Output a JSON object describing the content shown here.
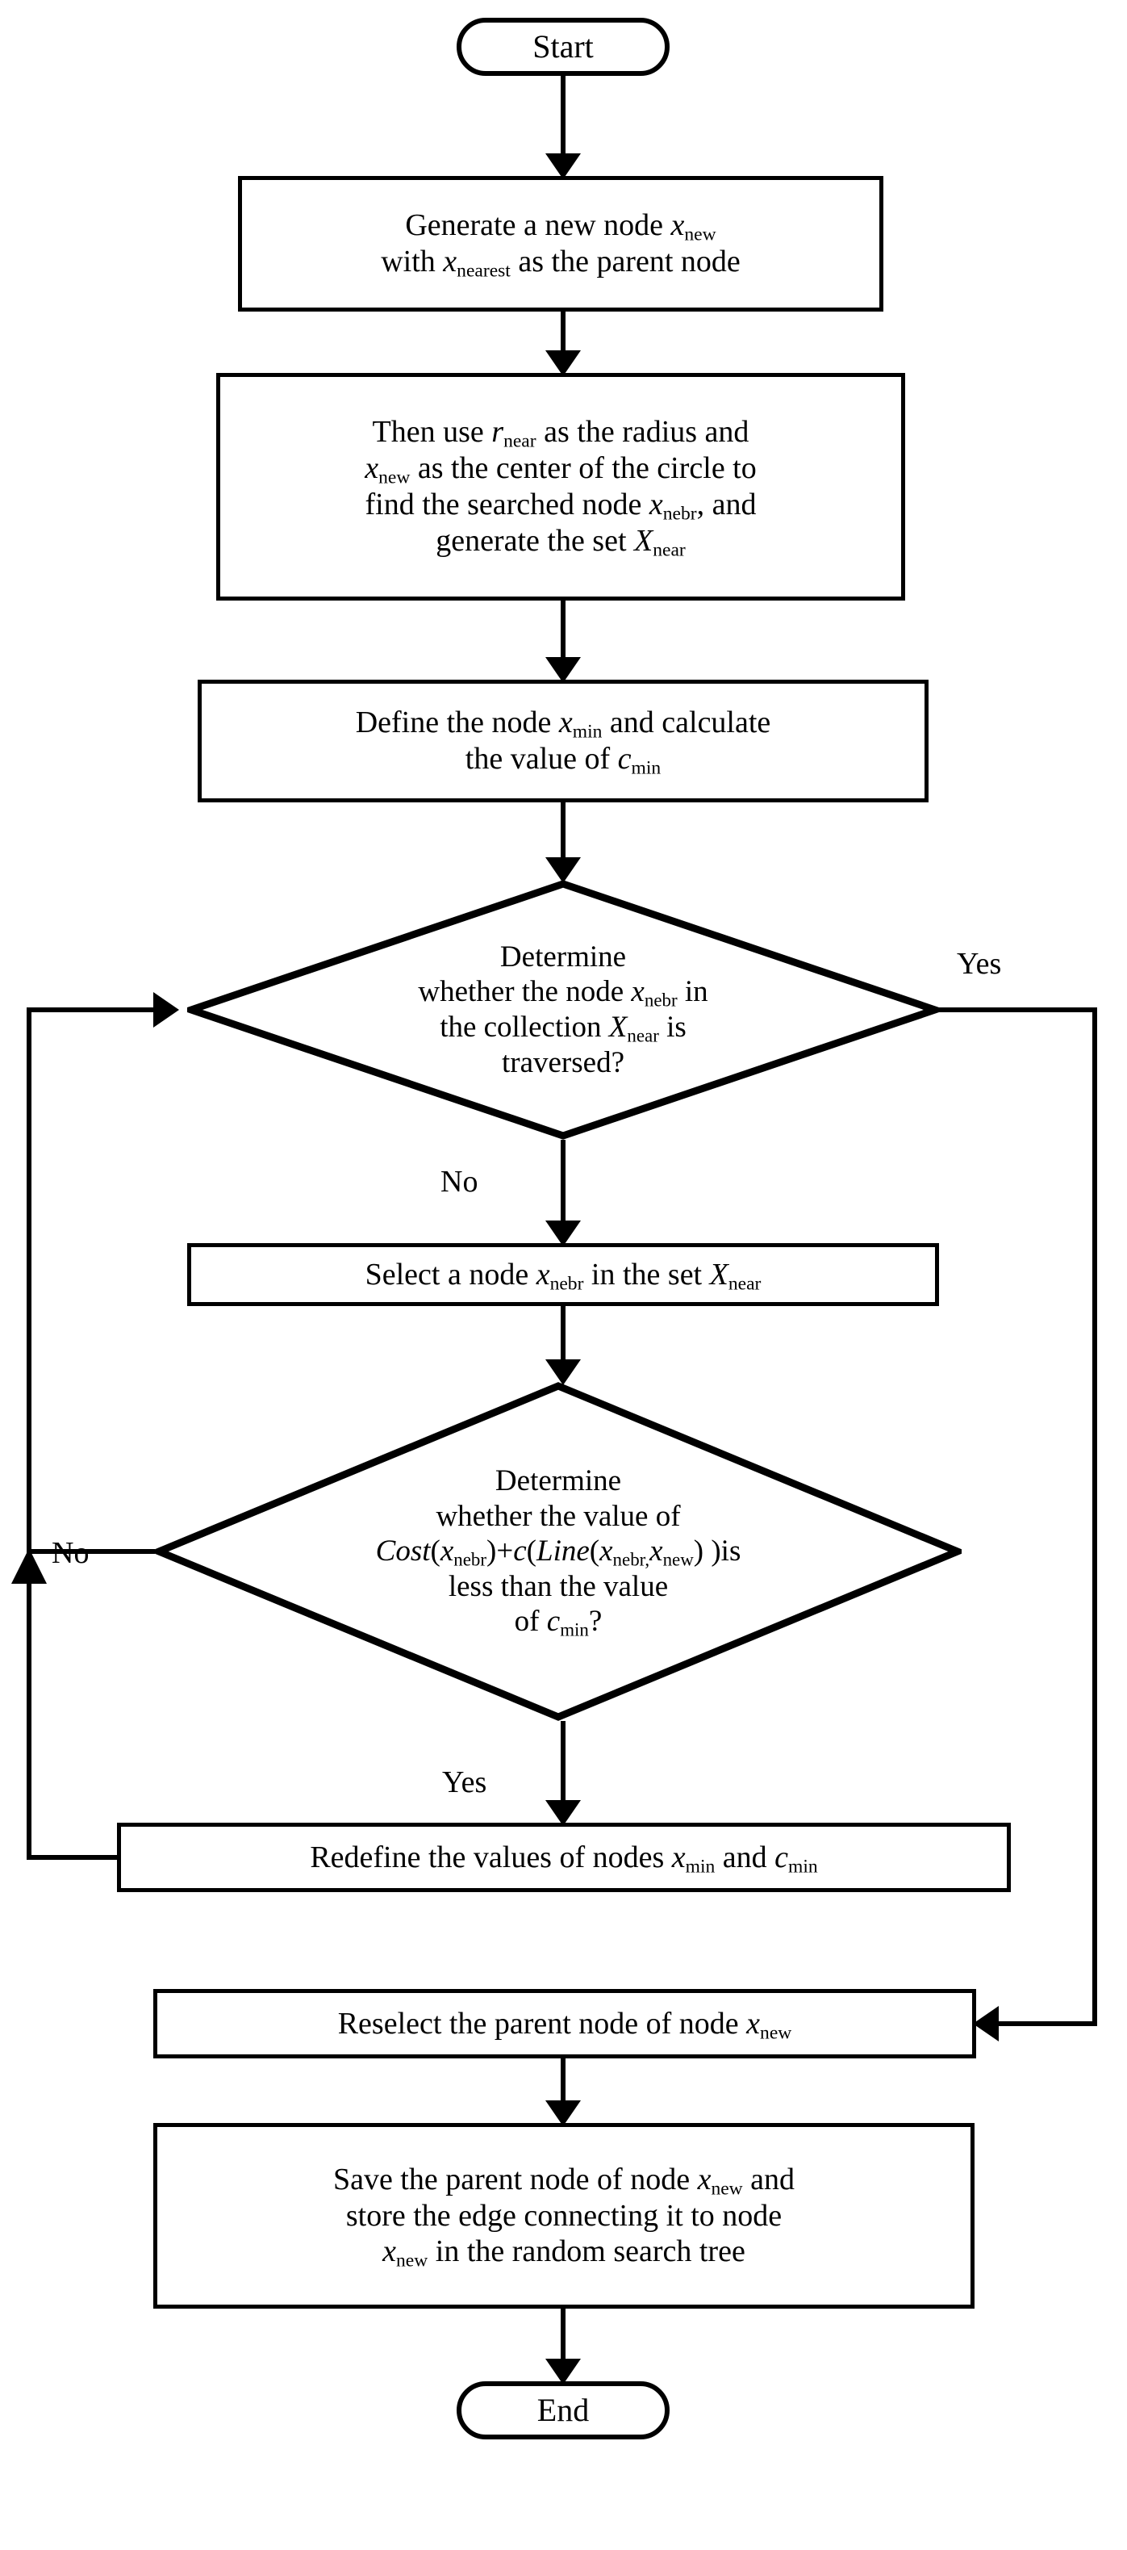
{
  "figure": {
    "type": "flowchart",
    "title": "RRT* node rewiring / parent reselection flowchart",
    "orientation": "top-to-bottom",
    "background_color": "#ffffff",
    "stroke_color": "#000000"
  },
  "nodes": {
    "start": {
      "shape": "terminator",
      "label": "Start"
    },
    "generate_node": {
      "shape": "process",
      "line1_a": "Generate a new node ",
      "line1_var": "x",
      "line1_sub": "new",
      "line2_a": "with ",
      "line2_var": "x",
      "line2_sub": "nearest",
      "line2_b": " as the parent node"
    },
    "radius_search": {
      "shape": "process",
      "line1_a": "Then use ",
      "line1_var": "r",
      "line1_sub": "near",
      "line1_b": " as the radius and",
      "line2_var": "x",
      "line2_sub": "new",
      "line2_b": " as the center of the circle to",
      "line3_a": "find the searched node ",
      "line3_var": "x",
      "line3_sub": "nebr",
      "line3_b": ", and",
      "line4_a": "generate the set ",
      "line4_var": "X",
      "line4_sub": "near"
    },
    "define_min": {
      "shape": "process",
      "line1_a": "Define the node ",
      "line1_var": "x",
      "line1_sub": "min",
      "line1_b": " and calculate",
      "line2_a": "the value of ",
      "line2_var": "c",
      "line2_sub": "min"
    },
    "decide_traversed": {
      "shape": "decision",
      "line1": "Determine",
      "line2_a": "whether the node ",
      "line2_var": "x",
      "line2_sub": "nebr",
      "line2_b": " in",
      "line3_a": "the collection ",
      "line3_var": "X",
      "line3_sub": "near",
      "line3_b": " is",
      "line4": "traversed?"
    },
    "select_node": {
      "shape": "process",
      "line1_a": "Select a node ",
      "line1_var": "x",
      "line1_sub": "nebr",
      "line1_b": " in the set ",
      "line1_var2": "X",
      "line1_sub2": "near"
    },
    "decide_cost": {
      "shape": "decision",
      "line1": "Determine",
      "line2": "whether the value of",
      "formula_cost": "Cost",
      "formula_open1": "(",
      "formula_x1": "x",
      "formula_sub1": "nebr",
      "formula_close1": ")+",
      "formula_c": "c",
      "formula_open2": "(",
      "formula_line": "Line",
      "formula_open3": "(",
      "formula_x2": "x",
      "formula_sub2": "nebr,",
      "formula_x3": "x",
      "formula_sub3": "new",
      "formula_close2": ") )is",
      "line4": "less than the value",
      "line5_a": "of ",
      "line5_var": "c",
      "line5_sub": "min",
      "line5_b": "?"
    },
    "redefine": {
      "shape": "process",
      "line1_a": "Redefine the values of nodes ",
      "line1_var": "x",
      "line1_sub": "min",
      "line1_b": " and ",
      "line1_var2": "c",
      "line1_sub2": "min"
    },
    "reselect_parent": {
      "shape": "process",
      "line1_a": "Reselect the parent node of node ",
      "line1_var": "x",
      "line1_sub": "new"
    },
    "save_edge": {
      "shape": "process",
      "line1_a": "Save the parent node of node ",
      "line1_var": "x",
      "line1_sub": "new",
      "line1_b": " and",
      "line2": "store the edge connecting it to node",
      "line3_var": "x",
      "line3_sub": "new",
      "line3_b": " in the random search tree"
    },
    "end": {
      "shape": "terminator",
      "label": "End"
    }
  },
  "branch_labels": {
    "traversed_yes": "Yes",
    "traversed_no": "No",
    "cost_no": "No",
    "cost_yes": "Yes"
  },
  "edges": [
    {
      "from": "start",
      "to": "generate_node",
      "label": ""
    },
    {
      "from": "generate_node",
      "to": "radius_search",
      "label": ""
    },
    {
      "from": "radius_search",
      "to": "define_min",
      "label": ""
    },
    {
      "from": "define_min",
      "to": "decide_traversed",
      "label": ""
    },
    {
      "from": "decide_traversed",
      "to": "reselect_parent",
      "label": "Yes"
    },
    {
      "from": "decide_traversed",
      "to": "select_node",
      "label": "No"
    },
    {
      "from": "select_node",
      "to": "decide_cost",
      "label": ""
    },
    {
      "from": "decide_cost",
      "to": "decide_traversed",
      "label": "No"
    },
    {
      "from": "decide_cost",
      "to": "redefine",
      "label": "Yes"
    },
    {
      "from": "redefine",
      "to": "decide_traversed",
      "label": ""
    },
    {
      "from": "reselect_parent",
      "to": "save_edge",
      "label": ""
    },
    {
      "from": "save_edge",
      "to": "end",
      "label": ""
    }
  ]
}
